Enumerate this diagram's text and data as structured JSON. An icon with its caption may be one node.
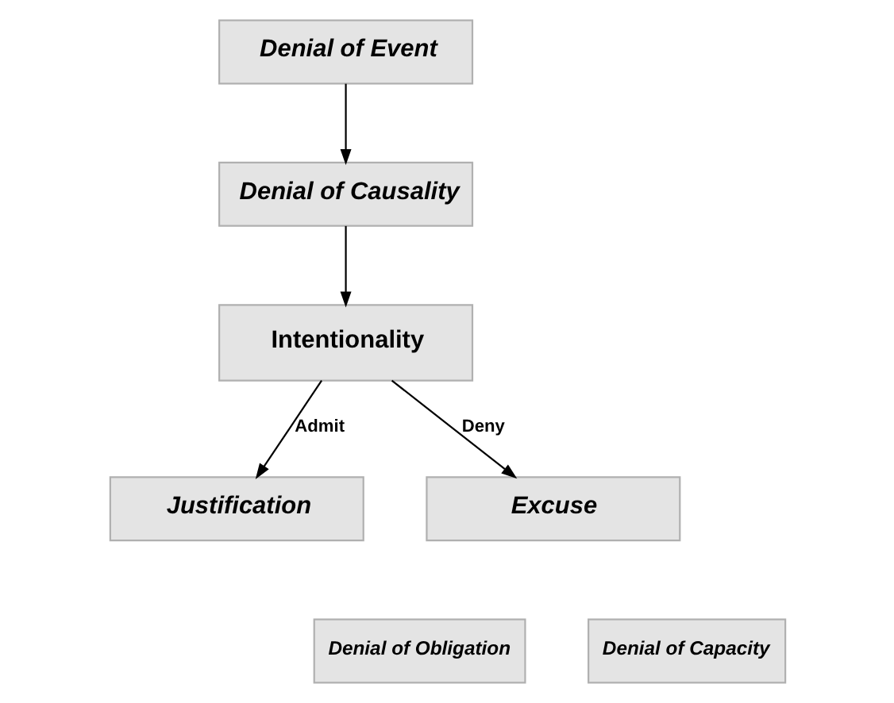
{
  "diagram": {
    "nodes": [
      {
        "text": [
          "Denial of Event"
        ]
      },
      {
        "text": [
          "Denial of Causality"
        ]
      },
      {
        "text": [
          "Intentionality"
        ]
      },
      {
        "text": [
          "Justification"
        ]
      },
      {
        "text": [
          "Excuse"
        ]
      },
      {
        "text": [
          "Denial of Obligation"
        ]
      },
      {
        "text": [
          "Denial of Capacity"
        ]
      }
    ],
    "edges": [
      {
        "from": 0,
        "to": 1,
        "arrow": "to"
      },
      {
        "from": 1,
        "to": 2,
        "arrow": "to"
      },
      {
        "from": 2,
        "to": 3,
        "arrow": "to",
        "label": "Admit"
      },
      {
        "from": 2,
        "to": 4,
        "arrow": "to",
        "label": "Deny"
      }
    ]
  }
}
